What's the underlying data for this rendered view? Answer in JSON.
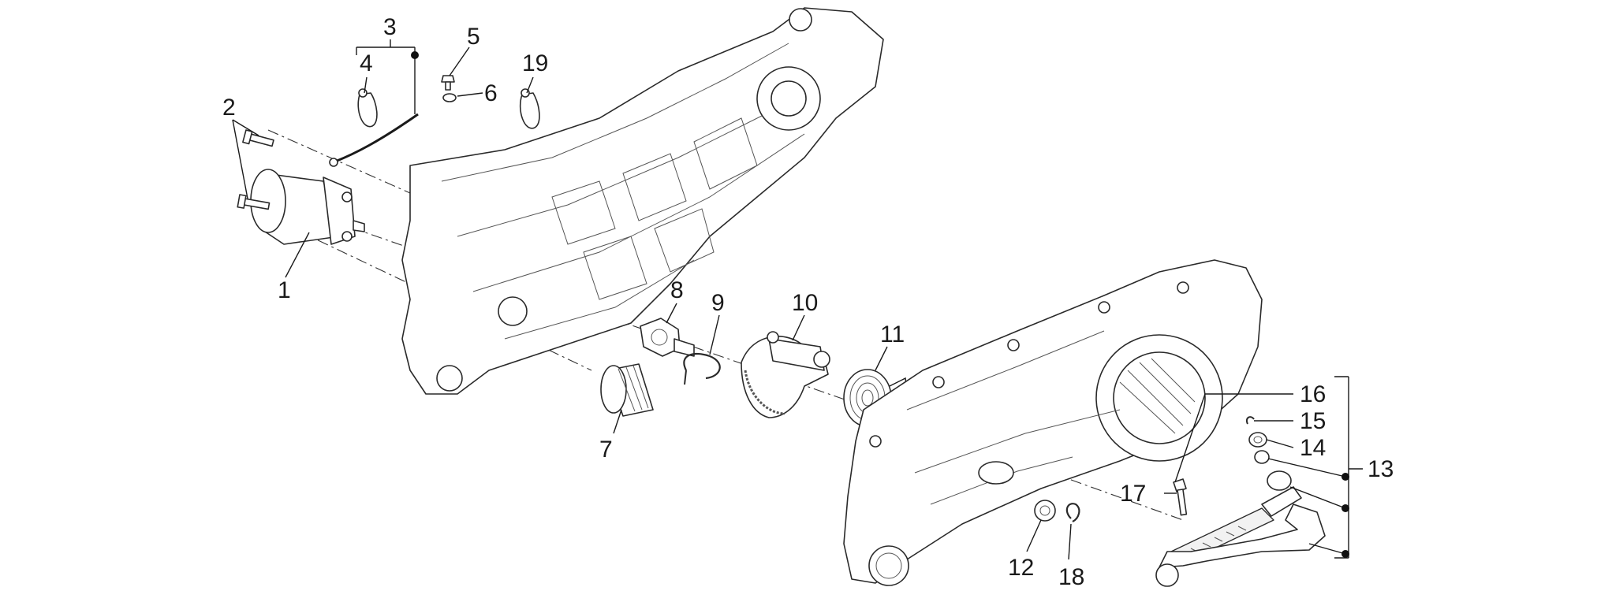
{
  "callouts": {
    "n1": "1",
    "n2": "2",
    "n3": "3",
    "n4": "4",
    "n5": "5",
    "n6": "6",
    "n7": "7",
    "n8": "8",
    "n9": "9",
    "n10": "10",
    "n11": "11",
    "n12": "12",
    "n13": "13",
    "n14": "14",
    "n15": "15",
    "n16": "16",
    "n17": "17",
    "n18": "18",
    "n19": "19"
  },
  "colors": {
    "line": "#2a2a2a",
    "background": "#ffffff"
  }
}
